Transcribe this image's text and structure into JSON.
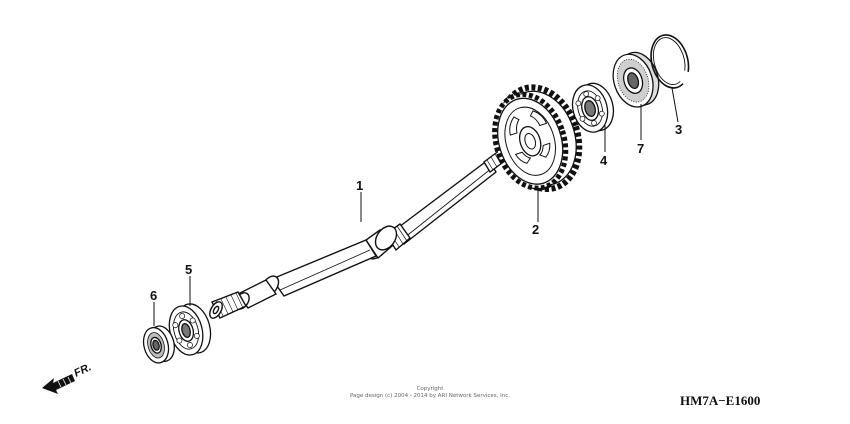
{
  "callouts": {
    "p1": "1",
    "p2": "2",
    "p3": "3",
    "p4": "4",
    "p5": "5",
    "p6": "6",
    "p7": "7"
  },
  "front_arrow": {
    "label": "FR."
  },
  "copyright": {
    "line1": "Copyright",
    "line2": "Page design (c) 2004 - 2014 by ARI Network Services, Inc."
  },
  "figure_code": "HM7A−E1600"
}
